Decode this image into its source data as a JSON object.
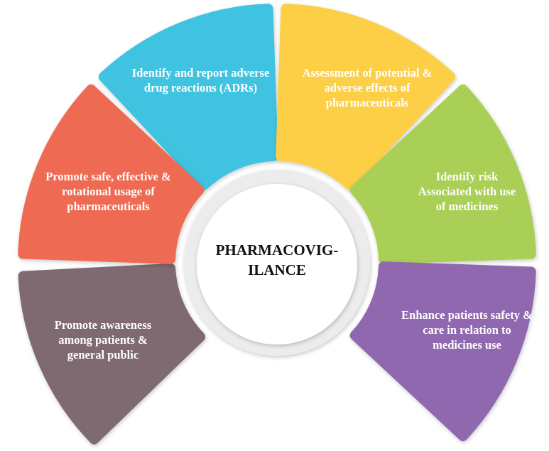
{
  "center": {
    "line1": "PHARMACOVIG-",
    "line2": "ILANCE"
  },
  "segments": [
    {
      "id": "report-adrs",
      "text": "Identify and report adverse drug reactions (ADRs)",
      "color": "#3fc3e0"
    },
    {
      "id": "assessment",
      "text": "Assessment of potential & adverse effects of pharmaceuticals",
      "color": "#fccf47"
    },
    {
      "id": "identify-risk",
      "text": "Identify risk Associated with use of medicines",
      "color": "#a9cf56"
    },
    {
      "id": "patient-safety",
      "text": "Enhance patients safety & care in relation to medicines use",
      "color": "#9068b0"
    },
    {
      "id": "awareness",
      "text": "Promote awareness among patients & general public",
      "color": "#7e6a6f"
    },
    {
      "id": "safe-usage",
      "text": "Promote safe, effective & rotational usage of pharmaceuticals",
      "color": "#ef6a52"
    }
  ]
}
